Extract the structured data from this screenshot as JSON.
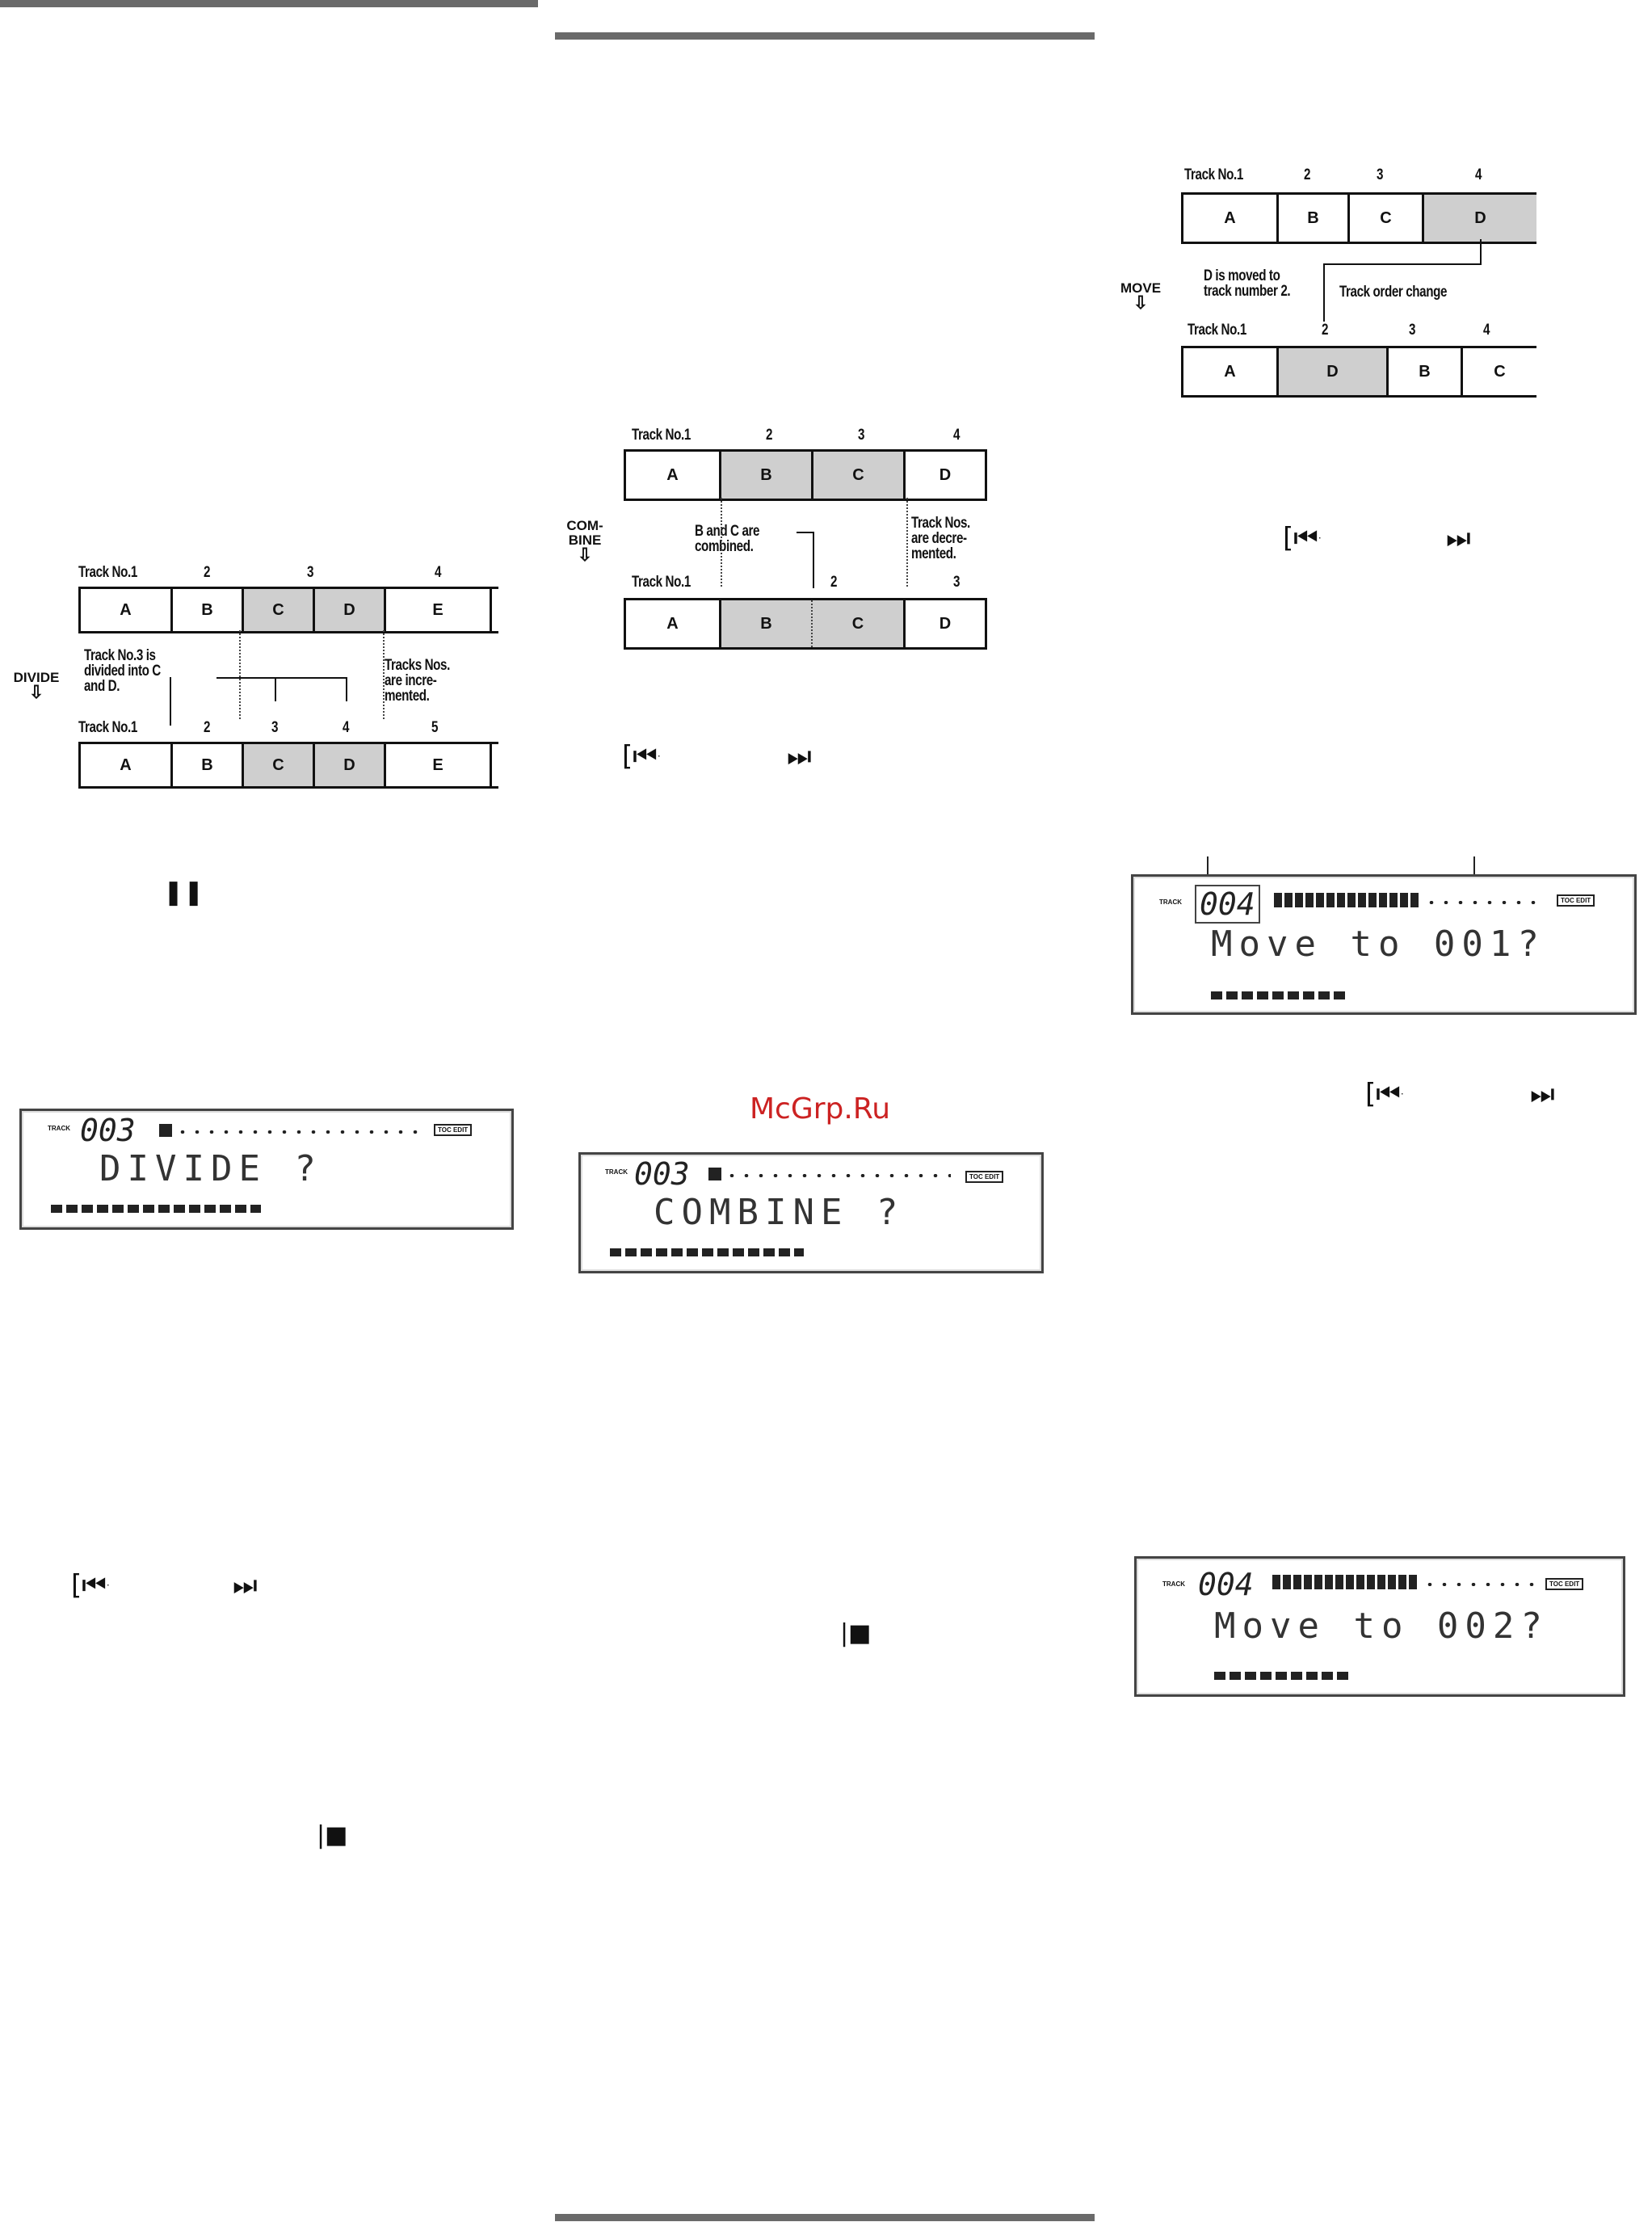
{
  "watermark": "McGrp.Ru",
  "headers": {
    "track_no": "Track No.1"
  },
  "divide": {
    "op_label": "DIVIDE",
    "top_nums": [
      "2",
      "3",
      "4"
    ],
    "top_cells": [
      "A",
      "B",
      "C",
      "D",
      "E"
    ],
    "note_left": [
      "Track No.3 is",
      "divided into C",
      "and D."
    ],
    "note_right": [
      "Tracks Nos.",
      "are incre-",
      "mented."
    ],
    "bottom_nums": [
      "2",
      "3",
      "4",
      "5"
    ],
    "bottom_cells": [
      "A",
      "B",
      "C",
      "D",
      "E"
    ]
  },
  "combine": {
    "op_label": [
      "COM-",
      "BINE"
    ],
    "top_nums": [
      "2",
      "3",
      "4"
    ],
    "top_cells": [
      "A",
      "B",
      "C",
      "D"
    ],
    "note_mid": [
      "B and C are",
      "combined."
    ],
    "note_right": [
      "Track Nos.",
      "are decre-",
      "mented."
    ],
    "bottom_nums": [
      "2",
      "3"
    ],
    "bottom_cells": [
      "A",
      "B",
      "C",
      "D"
    ]
  },
  "move": {
    "op_label": "MOVE",
    "top_nums": [
      "2",
      "3",
      "4"
    ],
    "top_cells": [
      "A",
      "B",
      "C",
      "D"
    ],
    "note_left": [
      "D is moved to",
      "track number 2."
    ],
    "note_right": "Track order change",
    "bottom_nums": [
      "2",
      "3",
      "4"
    ],
    "bottom_cells": [
      "A",
      "D",
      "B",
      "C"
    ]
  },
  "displays": {
    "divide": {
      "track": "003",
      "message": "DIVIDE ?"
    },
    "combine": {
      "track": "003",
      "message": "COMBINE ?"
    },
    "move1": {
      "track": "004",
      "message": "Move to 001?"
    },
    "move2": {
      "track": "004",
      "message": "Move to 002?"
    }
  },
  "glyphs": {
    "prev": "⏮",
    "next": "⏭",
    "pause": "❚❚",
    "stop": "■"
  }
}
